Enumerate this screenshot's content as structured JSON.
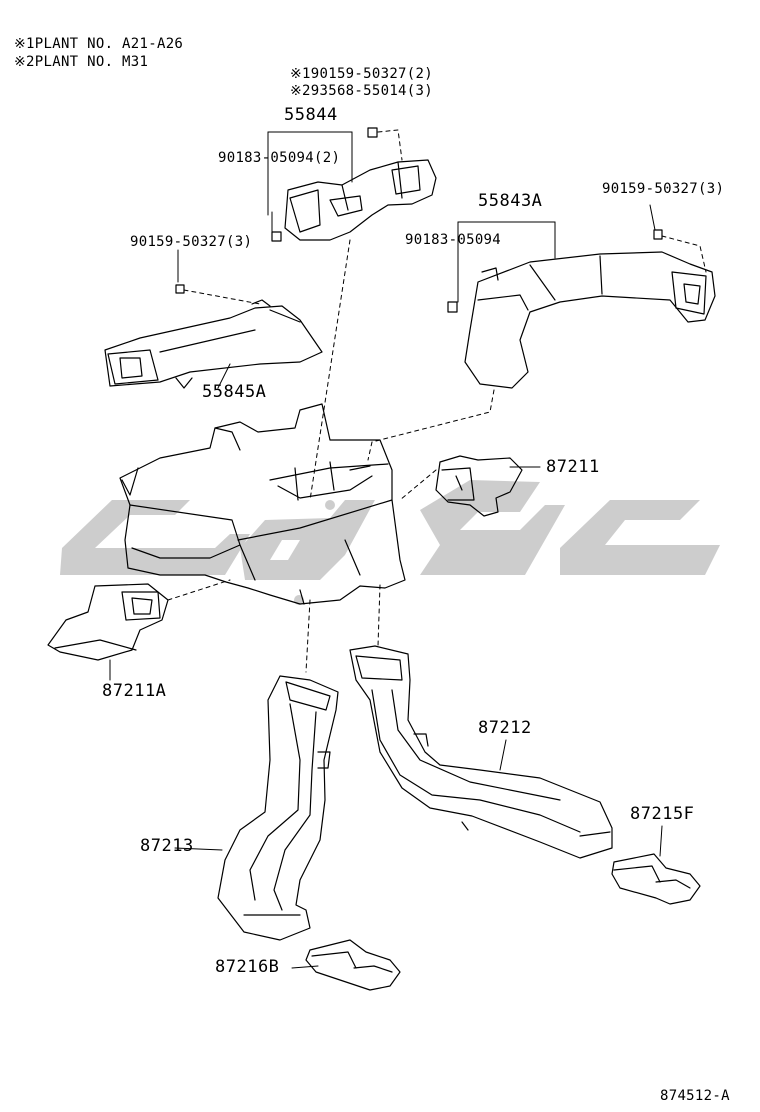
{
  "notes": [
    {
      "mark": "※1",
      "text": "PLANT  NO. A21-A26"
    },
    {
      "mark": "※2",
      "text": "PLANT  NO. M31"
    }
  ],
  "parts": {
    "p55844": "55844",
    "p90159_top": "90159-50327(2)",
    "p93568": "93568-55014(3)",
    "p90183_2": "90183-05094(2)",
    "p90159_left": "90159-50327(3)",
    "p55845a": "55845A",
    "p55843a": "55843A",
    "p90183": "90183-05094",
    "p90159_right": "90159-50327(3)",
    "p87211": "87211",
    "p87211a": "87211A",
    "p87212": "87212",
    "p87213": "87213",
    "p87215f": "87215F",
    "p87216b": "87216B"
  },
  "marks": {
    "m1": "※1",
    "m2": "※2"
  },
  "figure_number": "874512-A",
  "colors": {
    "line": "#000000",
    "watermark": "#c8c8c8"
  }
}
